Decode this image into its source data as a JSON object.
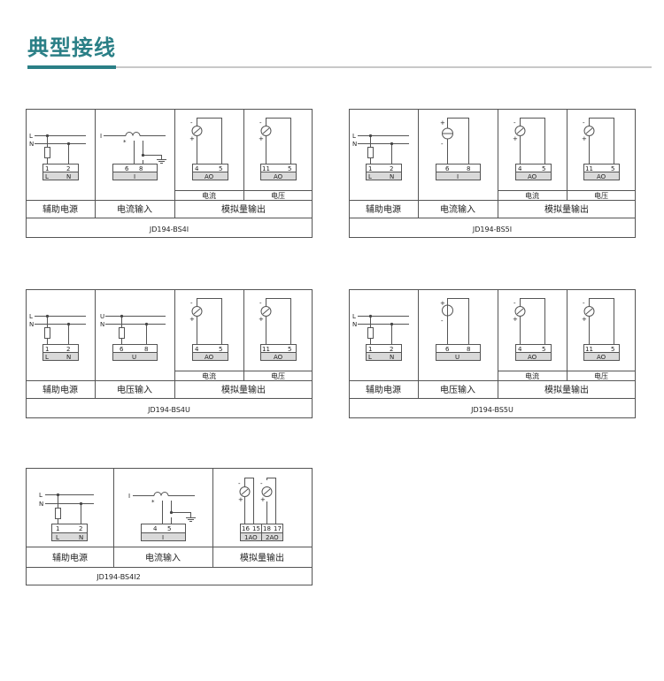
{
  "page": {
    "title": "典型接线",
    "accent_color": "#2a7f86",
    "line_color": "#555555",
    "box_fill": "#d9d9d9"
  },
  "labels": {
    "aux_power": "辅助电源",
    "current_input": "电流输入",
    "voltage_input": "电压输入",
    "analog_output": "模拟量输出",
    "current": "电流",
    "voltage": "电压",
    "L": "L",
    "N": "N",
    "I": "I",
    "U": "U",
    "AO": "AO",
    "plus": "+",
    "minus": "-",
    "t1": "1",
    "t2": "2",
    "t4": "4",
    "t5": "5",
    "t6": "6",
    "t8": "8",
    "t11": "11",
    "t15": "15",
    "t16": "16",
    "t17": "17",
    "t18": "18",
    "ao1": "1AO",
    "ao2": "2AO",
    "star": "*"
  },
  "models": {
    "bs4i": "JD194-BS4I",
    "bs5i": "JD194-BS5I",
    "bs4u": "JD194-BS4U",
    "bs5u": "JD194-BS5U",
    "bs4i2": "JD194-BS4I2"
  }
}
